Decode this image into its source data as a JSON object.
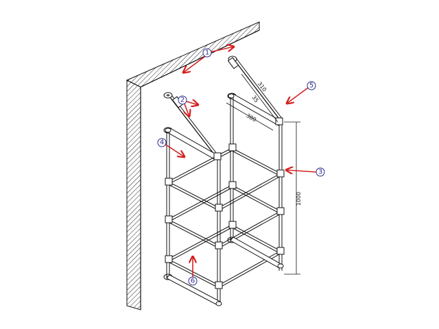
{
  "callouts": [
    {
      "num": "1"
    },
    {
      "num": "2"
    },
    {
      "num": "3"
    },
    {
      "num": "4"
    },
    {
      "num": "5"
    },
    {
      "num": "6"
    }
  ],
  "dimensions": {
    "height": "1000",
    "brace_length": "310",
    "brace_angle": "35",
    "arm_length": "380"
  },
  "colors": {
    "arrow": "#d42020",
    "callout": "#2a2a8a",
    "line": "#111111"
  }
}
